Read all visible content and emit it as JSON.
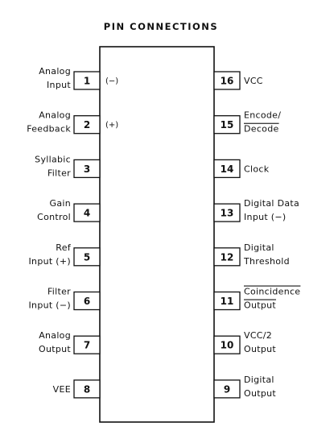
{
  "title": "PIN CONNECTIONS",
  "colors": {
    "ink": "#111111",
    "background": "#ffffff"
  },
  "pins": [
    {
      "number": "1",
      "side": "left",
      "label_lines": [
        "Analog",
        "Input"
      ],
      "inner_label": "(−)"
    },
    {
      "number": "2",
      "side": "left",
      "label_lines": [
        "Analog",
        "Feedback"
      ],
      "inner_label": "(+)"
    },
    {
      "number": "3",
      "side": "left",
      "label_lines": [
        "Syllabic",
        "Filter"
      ]
    },
    {
      "number": "4",
      "side": "left",
      "label_lines": [
        "Gain",
        "Control"
      ]
    },
    {
      "number": "5",
      "side": "left",
      "label_lines": [
        "Ref",
        "Input (+)"
      ]
    },
    {
      "number": "6",
      "side": "left",
      "label_lines": [
        "Filter",
        "Input (−)"
      ]
    },
    {
      "number": "7",
      "side": "left",
      "label_lines": [
        "Analog",
        "Output"
      ]
    },
    {
      "number": "8",
      "side": "left",
      "label_lines": [
        "VEE"
      ]
    },
    {
      "number": "16",
      "side": "right",
      "label_lines": [
        "VCC"
      ]
    },
    {
      "number": "15",
      "side": "right",
      "label_lines": [
        "Encode/",
        "Decode"
      ],
      "overline_lines": [
        1
      ]
    },
    {
      "number": "14",
      "side": "right",
      "label_lines": [
        "Clock"
      ]
    },
    {
      "number": "13",
      "side": "right",
      "label_lines": [
        "Digital Data",
        "Input (−)"
      ]
    },
    {
      "number": "12",
      "side": "right",
      "label_lines": [
        "Digital",
        "Threshold"
      ]
    },
    {
      "number": "11",
      "side": "right",
      "label_lines": [
        "Coincidence",
        "Output"
      ],
      "overline_lines": [
        0,
        1
      ]
    },
    {
      "number": "10",
      "side": "right",
      "label_lines": [
        "VCC/2",
        "Output"
      ]
    },
    {
      "number": "9",
      "side": "right",
      "label_lines": [
        "Digital",
        "Output"
      ]
    }
  ]
}
